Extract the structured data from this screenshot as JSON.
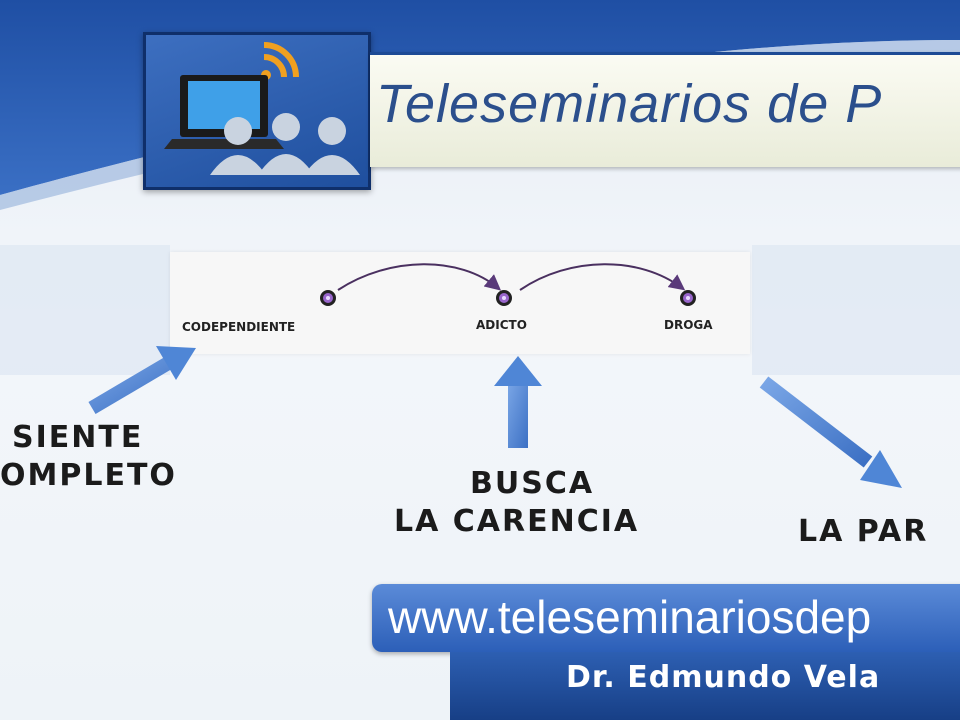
{
  "header": {
    "title": "Teleseminarios de P"
  },
  "diagram": {
    "nodes": [
      {
        "id": "codependiente",
        "label": "CODEPENDIENTE"
      },
      {
        "id": "adicto",
        "label": "ADICTO"
      },
      {
        "id": "droga",
        "label": "DROGA"
      }
    ]
  },
  "annotations": {
    "left_line1": "SIENTE",
    "left_line2": "OMPLETO",
    "center_line1": "BUSCA",
    "center_line2": "LA CARENCIA",
    "right": "LA PAR"
  },
  "footer": {
    "url": "www.teleseminariosdep",
    "author": "Dr. Edmundo Vela"
  },
  "colors": {
    "primary_blue": "#2c5fb8",
    "node_fill": "#9966cc",
    "arrow_blue": "#4f86d6"
  },
  "icons": {
    "logo": "laptop-audience-icon"
  }
}
